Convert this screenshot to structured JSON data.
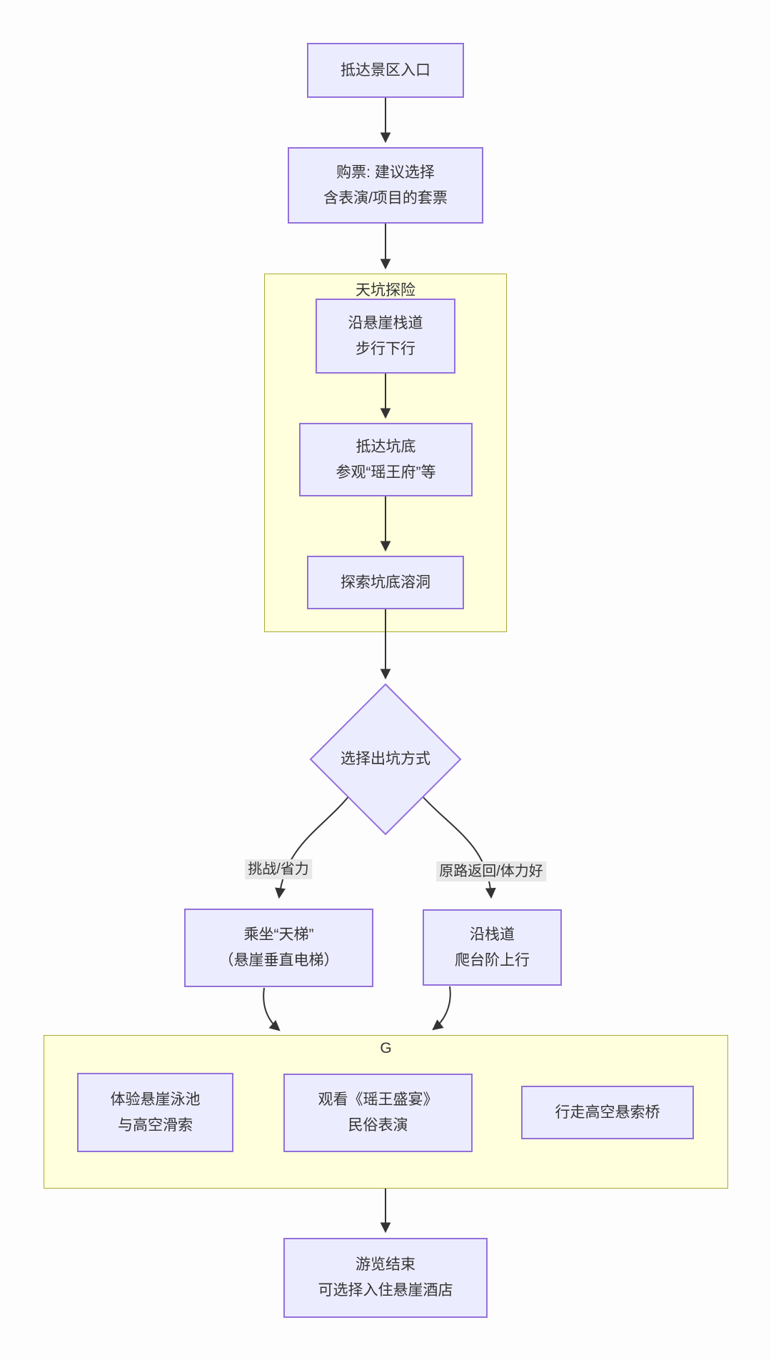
{
  "diagram": {
    "type": "flowchart",
    "direction": "top-to-bottom",
    "nodes": {
      "arrive": {
        "lines": [
          "抵达景区入口"
        ]
      },
      "ticket": {
        "lines": [
          "购票: 建议选择",
          "含表演/项目的套票"
        ]
      },
      "walk_down": {
        "lines": [
          "沿悬崖栈道",
          "步行下行"
        ]
      },
      "reach_bottom": {
        "lines": [
          "抵达坑底",
          "参观“瑶王府”等"
        ]
      },
      "explore_cave": {
        "lines": [
          "探索坑底溶洞"
        ]
      },
      "decision": {
        "lines": [
          "选择出坑方式"
        ]
      },
      "elevator": {
        "lines": [
          "乘坐“天梯”",
          "（悬崖垂直电梯）"
        ]
      },
      "climb_up": {
        "lines": [
          "沿栈道",
          "爬台阶上行"
        ]
      },
      "pool_zipline": {
        "lines": [
          "体验悬崖泳池",
          "与高空滑索"
        ]
      },
      "folk_show": {
        "lines": [
          "观看《瑶王盛宴》",
          "民俗表演"
        ]
      },
      "rope_bridge": {
        "lines": [
          "行走高空悬索桥"
        ]
      },
      "tour_end": {
        "lines": [
          "游览结束",
          "可选择入住悬崖酒店"
        ]
      }
    },
    "clusters": {
      "tiankeng": {
        "title": "天坑探险"
      },
      "g": {
        "title": "G"
      }
    },
    "edge_labels": {
      "challenge": "挑战/省力",
      "original_route": "原路返回/体力好"
    },
    "colors": {
      "node_fill": "#ececff",
      "node_border": "#9370db",
      "cluster_fill": "#ffffde",
      "cluster_border": "#aaaa33",
      "edge_line": "#333333",
      "edge_label_bg": "#e8e8e8",
      "text": "#333333",
      "background": "#fdfdfd"
    }
  }
}
